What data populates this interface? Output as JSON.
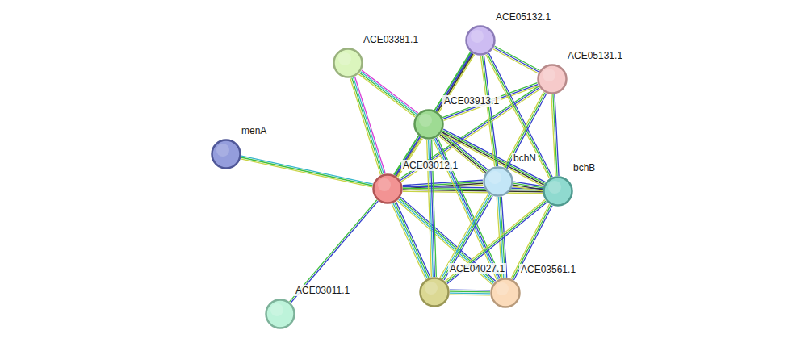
{
  "diagram": {
    "nodes": [
      {
        "text": [
          "ACE05132.1"
        ]
      },
      {
        "text": [
          "ACE03381.1"
        ]
      },
      {
        "text": [
          "ACE05131.1"
        ]
      },
      {
        "text": [
          "ACE03913.1"
        ]
      },
      {
        "text": [
          "menA"
        ]
      },
      {
        "text": [
          "ACE03012.1"
        ]
      },
      {
        "text": [
          "bchN"
        ]
      },
      {
        "text": [
          "bchB"
        ]
      },
      {
        "text": [
          "ACE04027.1"
        ]
      },
      {
        "text": [
          "ACE03561.1"
        ]
      },
      {
        "text": [
          "ACE03011.1"
        ]
      }
    ],
    "edges": [
      {
        "from": 4,
        "to": 5,
        "arrow": "none"
      },
      {
        "from": 10,
        "to": 5,
        "arrow": "none"
      },
      {
        "from": 1,
        "to": 5,
        "arrow": "none"
      },
      {
        "from": 1,
        "to": 3,
        "arrow": "none"
      },
      {
        "from": 5,
        "to": 3,
        "arrow": "none"
      },
      {
        "from": 5,
        "to": 6,
        "arrow": "none"
      },
      {
        "from": 5,
        "to": 7,
        "arrow": "none"
      },
      {
        "from": 5,
        "to": 8,
        "arrow": "none"
      },
      {
        "from": 5,
        "to": 9,
        "arrow": "none"
      },
      {
        "from": 5,
        "to": 0,
        "arrow": "none"
      },
      {
        "from": 5,
        "to": 2,
        "arrow": "none"
      },
      {
        "from": 3,
        "to": 0,
        "arrow": "none"
      },
      {
        "from": 3,
        "to": 2,
        "arrow": "none"
      },
      {
        "from": 3,
        "to": 6,
        "arrow": "none"
      },
      {
        "from": 3,
        "to": 7,
        "arrow": "none"
      },
      {
        "from": 3,
        "to": 8,
        "arrow": "none"
      },
      {
        "from": 3,
        "to": 9,
        "arrow": "none"
      },
      {
        "from": 0,
        "to": 2,
        "arrow": "none"
      },
      {
        "from": 0,
        "to": 6,
        "arrow": "none"
      },
      {
        "from": 0,
        "to": 7,
        "arrow": "none"
      },
      {
        "from": 2,
        "to": 6,
        "arrow": "none"
      },
      {
        "from": 2,
        "to": 7,
        "arrow": "none"
      },
      {
        "from": 6,
        "to": 7,
        "arrow": "none"
      },
      {
        "from": 6,
        "to": 8,
        "arrow": "none"
      },
      {
        "from": 6,
        "to": 9,
        "arrow": "none"
      },
      {
        "from": 7,
        "to": 8,
        "arrow": "none"
      },
      {
        "from": 7,
        "to": 9,
        "arrow": "none"
      },
      {
        "from": 8,
        "to": 9,
        "arrow": "none"
      }
    ]
  }
}
